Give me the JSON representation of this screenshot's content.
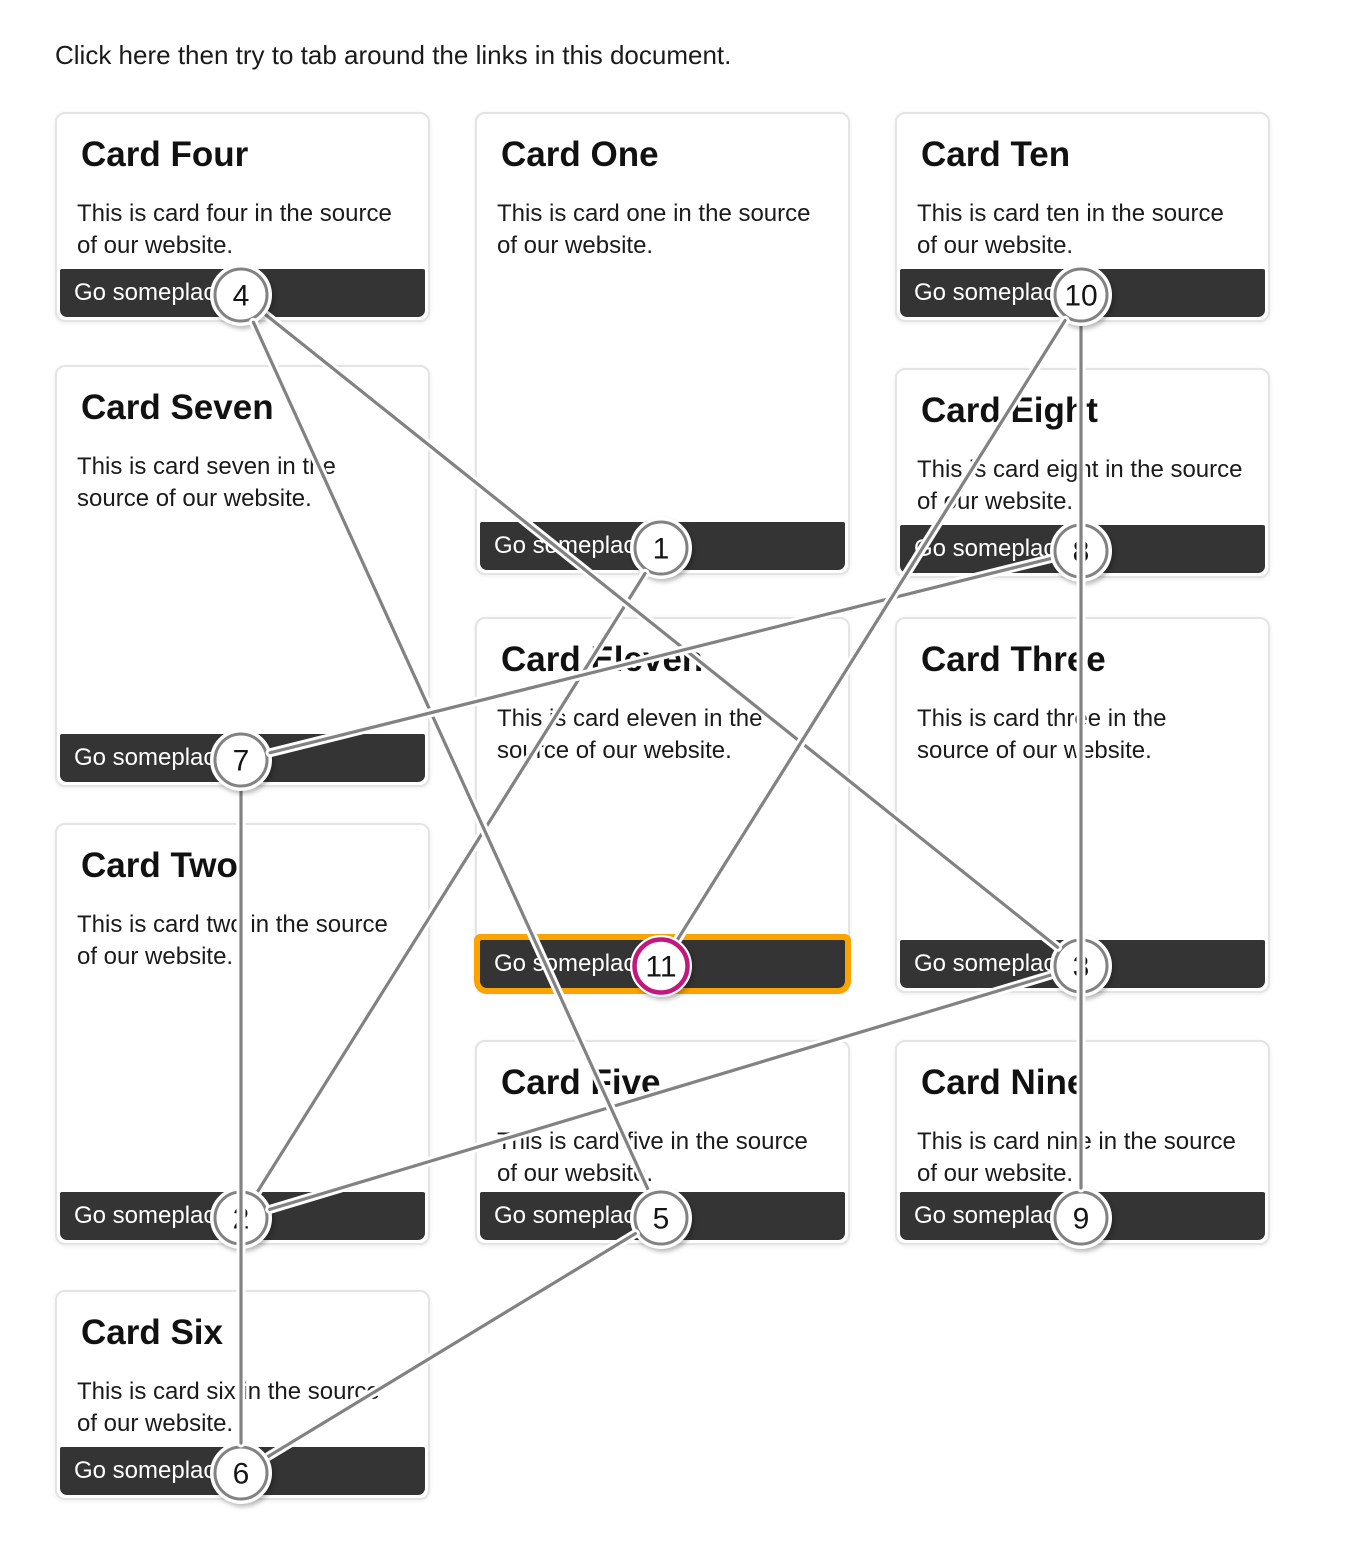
{
  "instruction": "Click here then try to tab around the links in this document.",
  "tab_order_count": 11,
  "cards": [
    {
      "title": "Card One",
      "body": "This is card one in the source of our website.",
      "button_label": "Go someplace",
      "tab_number": 1,
      "column": 2,
      "focused": false
    },
    {
      "title": "Card Two",
      "body": "This is card two in the source of our website.",
      "button_label": "Go someplace",
      "tab_number": 2,
      "column": 1,
      "focused": false
    },
    {
      "title": "Card Three",
      "body": "This is card three in the source of our website.",
      "button_label": "Go someplace",
      "tab_number": 3,
      "column": 3,
      "focused": false
    },
    {
      "title": "Card Four",
      "body": "This is card four in the source of our website.",
      "button_label": "Go someplace",
      "tab_number": 4,
      "column": 1,
      "focused": false
    },
    {
      "title": "Card Five",
      "body": "This is card five in the source of our website.",
      "button_label": "Go someplace",
      "tab_number": 5,
      "column": 2,
      "focused": false
    },
    {
      "title": "Card Six",
      "body": "This is card six in the source of our website.",
      "button_label": "Go someplace",
      "tab_number": 6,
      "column": 1,
      "focused": false
    },
    {
      "title": "Card Seven",
      "body": "This is card seven in the source of our website.",
      "button_label": "Go someplace",
      "tab_number": 7,
      "column": 1,
      "focused": false
    },
    {
      "title": "Card Eight",
      "body": "This is card eight in the source of our website.",
      "button_label": "Go someplace",
      "tab_number": 8,
      "column": 3,
      "focused": false
    },
    {
      "title": "Card Nine",
      "body": "This is card nine in the source of our website.",
      "button_label": "Go someplace",
      "tab_number": 9,
      "column": 3,
      "focused": false
    },
    {
      "title": "Card Ten",
      "body": "This is card ten in the source of our website.",
      "button_label": "Go someplace",
      "tab_number": 10,
      "column": 3,
      "focused": false
    },
    {
      "title": "Card Eleven",
      "body": "This is card eleven in the source of our website.",
      "button_label": "Go someplace",
      "tab_number": 11,
      "column": 2,
      "focused": true
    }
  ],
  "colors": {
    "focus_outline": "#f9a400",
    "active_badge_ring": "#c2187e",
    "badge_ring": "#828282",
    "connector_line": "#828282",
    "button_bg": "#343434",
    "button_text": "#ffffff",
    "card_border": "#e4e4e4"
  }
}
